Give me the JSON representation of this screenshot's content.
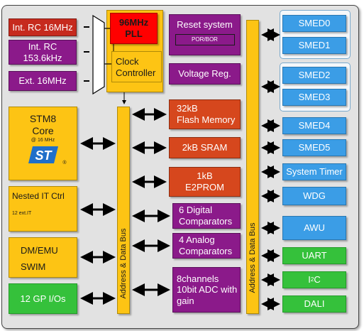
{
  "clock_sources": [
    {
      "label": "Int. RC 16MHz"
    },
    {
      "label_line1": "Int. RC",
      "label_line2": "153.6kHz"
    },
    {
      "label": "Ext. 16MHz"
    }
  ],
  "pll": {
    "line1": "96MHz",
    "line2": "PLL"
  },
  "clock_controller": {
    "line1": "Clock",
    "line2": "Controller"
  },
  "reset_system": {
    "label": "Reset system",
    "sublabel": "POR/BOR"
  },
  "voltage_reg": {
    "label": "Voltage Reg."
  },
  "core": {
    "line1": "STM8",
    "line2": "Core",
    "freq": "@ 16 MHz",
    "logo_text": "ST",
    "registered": "®"
  },
  "nested_it": {
    "label": "Nested IT Ctrl",
    "sub": "12 ext.IT"
  },
  "dm_emu": {
    "line1": "DM/EMU",
    "line2": "SWIM"
  },
  "gpio": {
    "label": "12 GP I/Os"
  },
  "bus_left": {
    "label": "Address & Data Bus"
  },
  "bus_right": {
    "label": "Address & Data Bus"
  },
  "memory_blocks": [
    {
      "line1": "32kB",
      "line2": "Flash Memory"
    },
    {
      "line1": "2kB SRAM",
      "line2": ""
    },
    {
      "line1": "1kB",
      "line2": "E2PROM"
    },
    {
      "line1": "6 Digital",
      "line2": "Comparators"
    },
    {
      "line1": "4 Analog",
      "line2": "Comparators"
    },
    {
      "line1": "8channels",
      "line2": "10bit ADC with",
      "line3": "gain"
    }
  ],
  "peripherals": [
    {
      "label": "SMED0"
    },
    {
      "label": "SMED1"
    },
    {
      "label": "SMED2"
    },
    {
      "label": "SMED3"
    },
    {
      "label": "SMED4"
    },
    {
      "label": "SMED5"
    },
    {
      "label": "System Timer"
    },
    {
      "label": "WDG"
    },
    {
      "label": "AWU"
    },
    {
      "label": "UART"
    },
    {
      "label_main": "I",
      "label_sup": "2",
      "label_rest": "C"
    },
    {
      "label": "DALI"
    }
  ],
  "colors": {
    "red": "#c62a1e",
    "purple": "#8b1a8a",
    "orange": "#d6471d",
    "blue": "#3b9de6",
    "green": "#35c13b",
    "yellow": "#fdc414",
    "pll_red": "#ff0000",
    "st_logo": "#1f6fc9"
  }
}
